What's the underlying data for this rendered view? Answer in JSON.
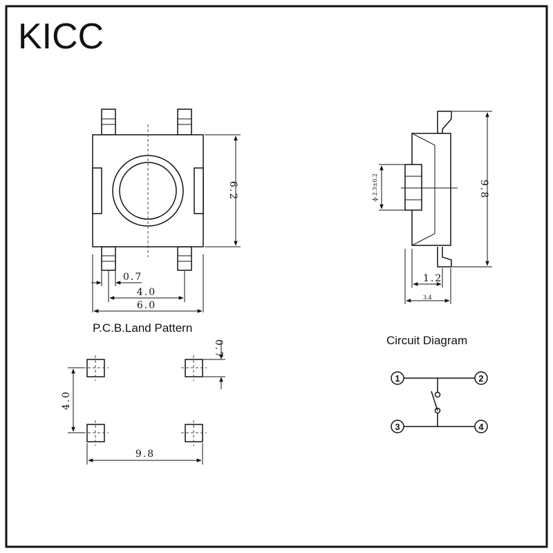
{
  "brand": "KICC",
  "top_view": {
    "dim_height": "6.2",
    "dim_lead_width": "0.7",
    "dim_lead_pitch": "4.0",
    "dim_body_width": "6.0"
  },
  "side_view": {
    "dim_diameter": "ϕ 2.3±0.2",
    "dim_total_height": "9.8",
    "dim_actuator": "1.2",
    "dim_base": "3.4"
  },
  "land_pattern": {
    "title": "P.C.B.Land Pattern",
    "dim_pad": "0.7",
    "dim_vertical": "4.0",
    "dim_horizontal": "9.8"
  },
  "circuit": {
    "title": "Circuit Diagram",
    "pins": [
      "1",
      "2",
      "3",
      "4"
    ]
  }
}
